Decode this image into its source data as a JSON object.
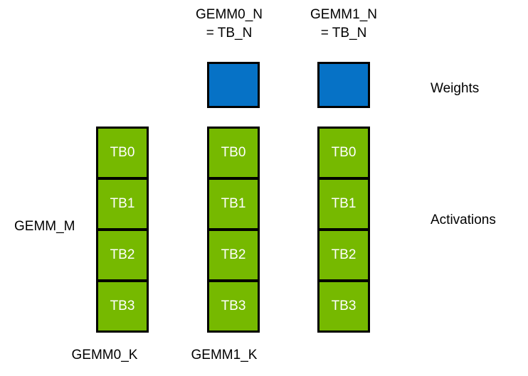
{
  "colors": {
    "canvas_bg": "#ffffff",
    "weights_fill": "#0672C6",
    "activations_fill": "#76B900",
    "border_color": "#000000",
    "tb_text": "#ffffff",
    "label_text": "#000000"
  },
  "top_labels": [
    {
      "line1": "GEMM0_N",
      "line2": "= TB_N"
    },
    {
      "line1": "GEMM1_N",
      "line2": "= TB_N"
    }
  ],
  "side_labels": {
    "gemm_m": "GEMM_M",
    "weights": "Weights",
    "activations": "Activations"
  },
  "bottom_labels": {
    "gemm0_k": "GEMM0_K",
    "gemm1_k": "GEMM1_K"
  },
  "columns": [
    {
      "cells": [
        "TB0",
        "TB1",
        "TB2",
        "TB3"
      ]
    },
    {
      "cells": [
        "TB0",
        "TB1",
        "TB2",
        "TB3"
      ]
    },
    {
      "cells": [
        "TB0",
        "TB1",
        "TB2",
        "TB3"
      ]
    }
  ]
}
